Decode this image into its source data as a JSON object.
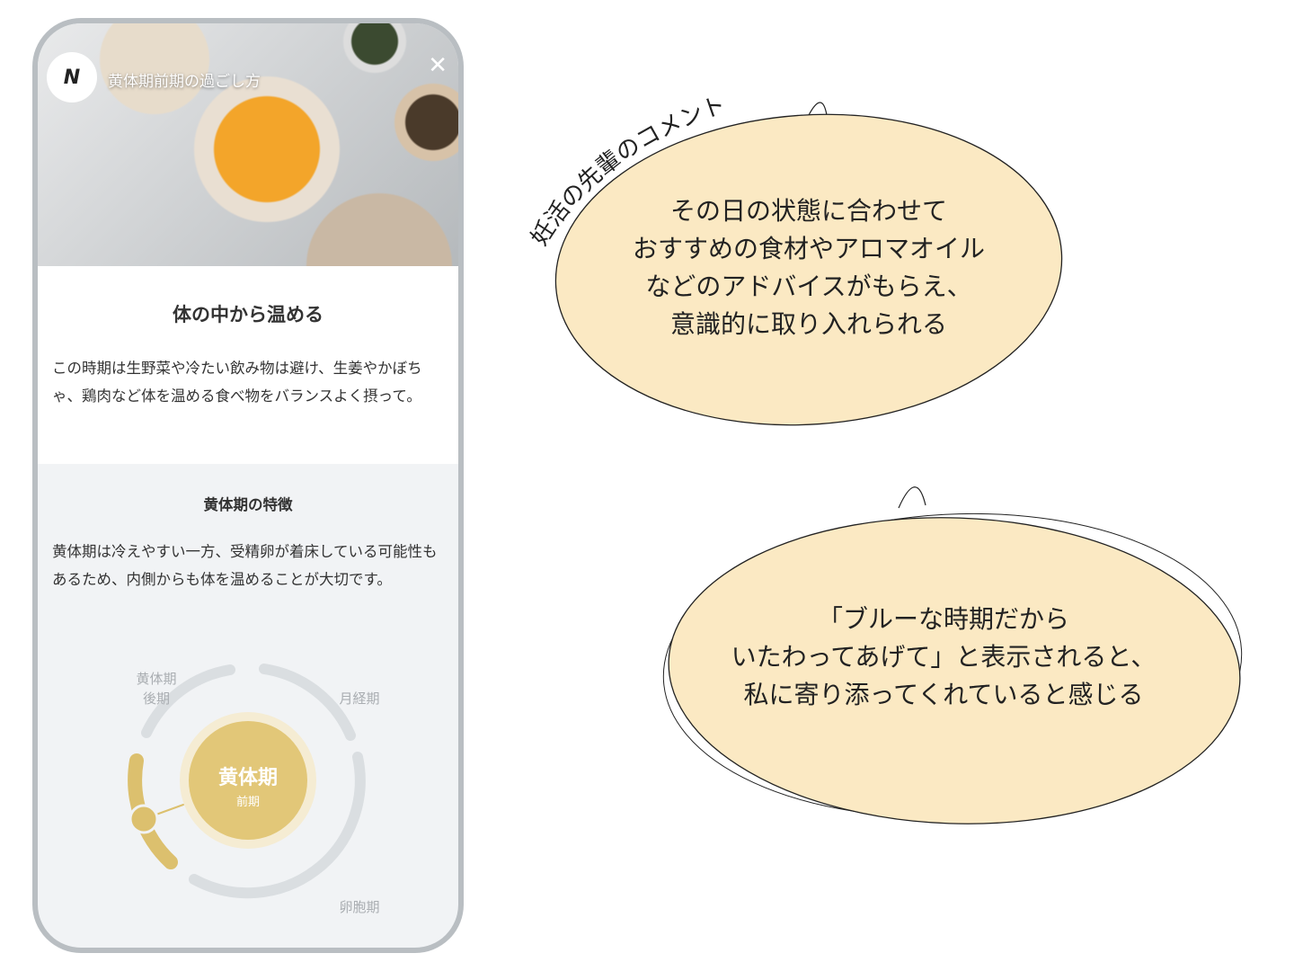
{
  "header": {
    "logo": "N",
    "title": "黄体期前期の過ごし方",
    "close_icon": "close-icon"
  },
  "content": {
    "heading": "体の中から温める",
    "body": "この時期は生野菜や冷たい飲み物は避け、生姜やかぼちゃ、鶏肉など体を温める食べ物をバランスよく摂って。",
    "feature_heading": "黄体期の特徴",
    "feature_body": "黄体期は冷えやすい一方、受精卵が着床している可能性もあるため、内側からも体を温めることが大切です。"
  },
  "cycle": {
    "labels": {
      "late_luteal_1": "黄体期",
      "late_luteal_2": "後期",
      "menstrual": "月経期",
      "follicular": "卵胞期"
    },
    "current": {
      "main": "黄体期",
      "sub": "前期"
    },
    "colors": {
      "active": "#dcc06e",
      "inactive": "#dadee1"
    }
  },
  "comments": {
    "caption": "妊活の先輩のコメント",
    "bubble1": [
      "その日の状態に合わせて",
      "おすすめの食材やアロマオイル",
      "などのアドバイスがもらえ、",
      "意識的に取り入れられる"
    ],
    "bubble2": [
      "「ブルーな時期だから",
      "いたわってあげて」と表示されると、",
      "私に寄り添ってくれていると感じる"
    ],
    "bubble_color": "#fbe9c3"
  }
}
